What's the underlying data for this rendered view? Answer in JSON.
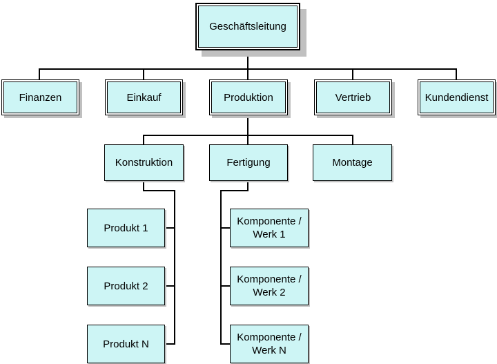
{
  "colors": {
    "fill": "#cdf5f5",
    "line": "#000000",
    "shadow": "#c0c0c0",
    "bg": "#ffffff"
  },
  "nodes": {
    "root": {
      "label": "Geschäftsleitung"
    },
    "departments": [
      {
        "label": "Finanzen"
      },
      {
        "label": "Einkauf"
      },
      {
        "label": "Produktion"
      },
      {
        "label": "Vertrieb"
      },
      {
        "label": "Kundendienst"
      }
    ],
    "production_units": [
      {
        "label": "Konstruktion"
      },
      {
        "label": "Fertigung"
      },
      {
        "label": "Montage"
      }
    ],
    "products": [
      {
        "label": "Produkt 1"
      },
      {
        "label": "Produkt 2"
      },
      {
        "label": "Produkt N"
      }
    ],
    "components": [
      {
        "line1": "Komponente /",
        "line2": "Werk 1"
      },
      {
        "line1": "Komponente /",
        "line2": "Werk 2"
      },
      {
        "line1": "Komponente /",
        "line2": "Werk N"
      }
    ]
  }
}
